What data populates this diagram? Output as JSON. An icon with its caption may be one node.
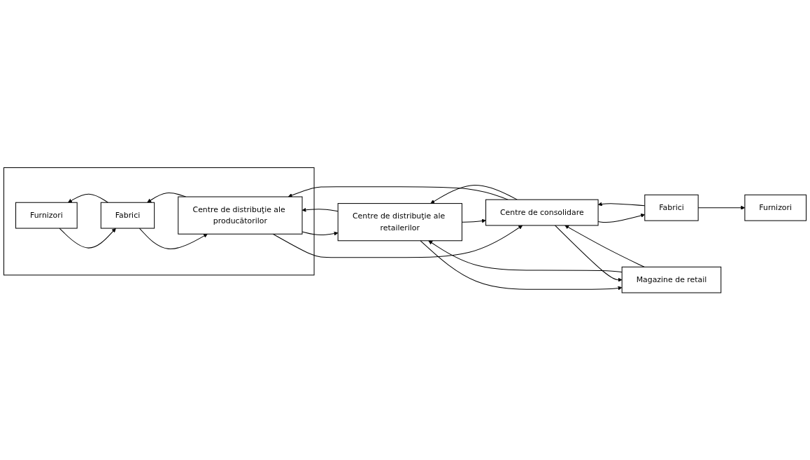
{
  "diagram": {
    "nodes": [
      {
        "text": [],
        "shape": "box"
      },
      {
        "text": [
          "Furnizori"
        ],
        "in": 0
      },
      {
        "text": [
          "Fabrici"
        ],
        "in": 0
      },
      {
        "text": [
          "Centre de distribuţie ale producătorilor"
        ],
        "in": 0
      },
      {
        "text": [
          "Centre de distribuţie ale retailerilor"
        ]
      },
      {
        "text": [
          "Centre de consolidare"
        ]
      },
      {
        "text": [
          "Furnizori"
        ]
      },
      {
        "text": [
          "Fabrici"
        ]
      },
      {
        "text": [
          "Magazine de retail"
        ]
      }
    ],
    "edges": [
      {
        "from": 1,
        "to": 2,
        "arrow": "to"
      },
      {
        "from": 2,
        "to": 3,
        "arrow": "to"
      },
      {
        "from": 2,
        "to": 1,
        "arrow": "to"
      },
      {
        "from": 3,
        "to": 2,
        "arrow": "to"
      },
      {
        "from": 4,
        "to": 3,
        "arrow": "to"
      },
      {
        "from": 3,
        "to": 4,
        "arrow": "to"
      },
      {
        "from": 5,
        "to": 3,
        "arrow": "to"
      },
      {
        "from": 3,
        "to": 5,
        "arrow": "to"
      },
      {
        "from": 4,
        "to": 5,
        "arrow": "to"
      },
      {
        "from": 5,
        "to": 4,
        "arrow": "to"
      },
      {
        "from": 4,
        "to": 8,
        "arrow": "to"
      },
      {
        "from": 8,
        "to": 4,
        "arrow": "to"
      },
      {
        "from": 7,
        "to": 6,
        "arrow": "to"
      },
      {
        "from": 5,
        "to": 7,
        "arrow": "to"
      },
      {
        "from": 7,
        "to": 5,
        "arrow": "to"
      },
      {
        "from": 8,
        "to": 5,
        "arrow": "to"
      },
      {
        "from": 5,
        "to": 8,
        "arrow": "to"
      }
    ]
  }
}
